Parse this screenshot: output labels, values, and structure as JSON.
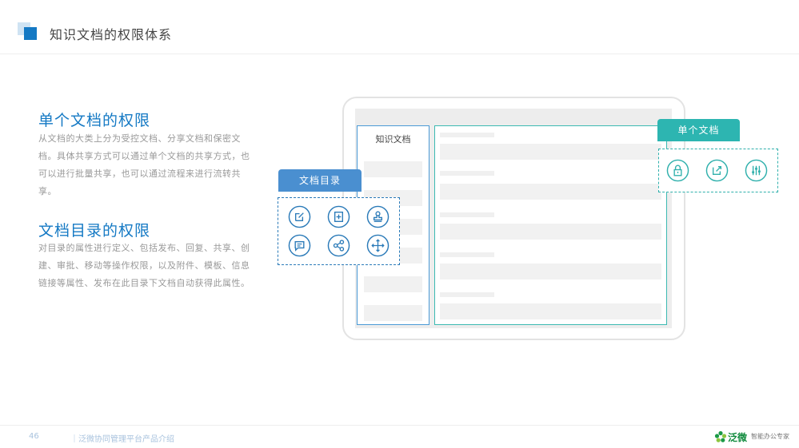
{
  "header": {
    "title": "知识文档的权限体系"
  },
  "sections": [
    {
      "title": "单个文档的权限",
      "desc": "从文档的大类上分为受控文档、分享文档和保密文档。具体共享方式可以通过单个文档的共享方式，也可以进行批量共享，也可以通过流程来进行流转共享。"
    },
    {
      "title": "文档目录的权限",
      "desc": "对目录的属性进行定义、包括发布、回复、共享、创建、审批、移动等操作权限，以及附件、模板、信息链接等属性、发布在此目录下文档自动获得此属性。"
    }
  ],
  "tablet": {
    "panel_label": "知识文档"
  },
  "callouts": {
    "directory": {
      "label": "文档目录",
      "icons": [
        "edit-icon",
        "add-file-icon",
        "stamp-icon",
        "comment-icon",
        "share-icon",
        "move-icon"
      ]
    },
    "document": {
      "label": "单个文档",
      "icons": [
        "lock-icon",
        "export-icon",
        "sliders-icon"
      ]
    }
  },
  "footer": {
    "page": "46",
    "text": "｜泛微协同管理平台产品介绍"
  },
  "brand": {
    "name": "泛微",
    "slogan": "智能办公专家"
  },
  "colors": {
    "primary": "#1479c4",
    "teal": "#2db5b1",
    "dash_blue": "#2a7ab8"
  }
}
